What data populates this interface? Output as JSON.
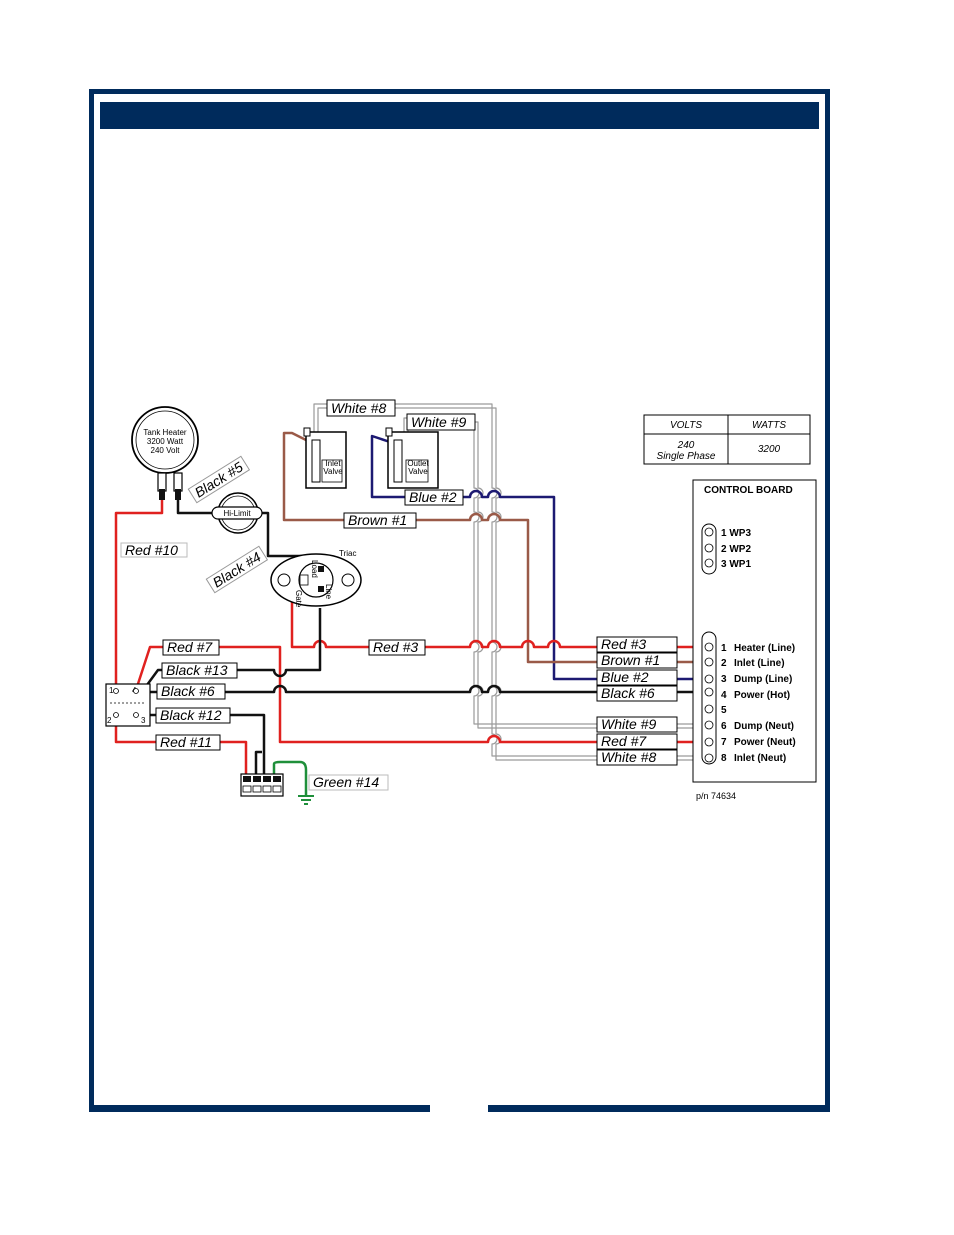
{
  "colors": {
    "frame": "#002b5c",
    "red": "#e0211f",
    "black": "#111111",
    "brown": "#9a5a48",
    "blue": "#1d1a72",
    "white_wire": "#9a9a9a",
    "green": "#1f8f3a"
  },
  "components": {
    "tank_heater": [
      "Tank Heater",
      "3200 Watt",
      "240 Volt"
    ],
    "hi_limit": "Hi-Limit",
    "triac": "Triac",
    "triac_load": "Load",
    "triac_line": "Line",
    "triac_gate": "Gate",
    "inlet_valve": [
      "Inlet",
      "Valve"
    ],
    "outlet_valve": [
      "Outlet",
      "Valve"
    ],
    "switch_pins": [
      "1",
      "4",
      "2",
      "3"
    ]
  },
  "wire_labels": {
    "white8_top": "White #8",
    "white9_top": "White #9",
    "blue2_top": "Blue #2",
    "brown1_top": "Brown #1",
    "black5": "Black #5",
    "black4": "Black #4",
    "red10": "Red #10",
    "red7_left": "Red #7",
    "black13": "Black #13",
    "black6_left": "Black #6",
    "black12": "Black #12",
    "red11": "Red #11",
    "red3_mid": "Red #3",
    "green14": "Green #14",
    "red3_right": "Red #3",
    "brown1_right": "Brown #1",
    "blue2_right": "Blue #2",
    "black6_right": "Black #6",
    "white9_right": "White #9",
    "red7_right": "Red #7",
    "white8_right": "White #8"
  },
  "spec_table": {
    "headers": [
      "VOLTS",
      "WATTS"
    ],
    "volts": [
      "240",
      "Single Phase"
    ],
    "watts": "3200"
  },
  "control_board": {
    "title": "CONTROL BOARD",
    "wp_terminals": [
      "1 WP3",
      "2 WP2",
      "3 WP1"
    ],
    "terminals": [
      {
        "num": "1",
        "label": "Heater (Line)"
      },
      {
        "num": "2",
        "label": "Inlet (Line)"
      },
      {
        "num": "3",
        "label": "Dump (Line)"
      },
      {
        "num": "4",
        "label": "Power (Hot)"
      },
      {
        "num": "5",
        "label": ""
      },
      {
        "num": "6",
        "label": "Dump (Neut)"
      },
      {
        "num": "7",
        "label": "Power (Neut)"
      },
      {
        "num": "8",
        "label": "Inlet (Neut)"
      }
    ]
  },
  "part_number": "p/n 74634"
}
